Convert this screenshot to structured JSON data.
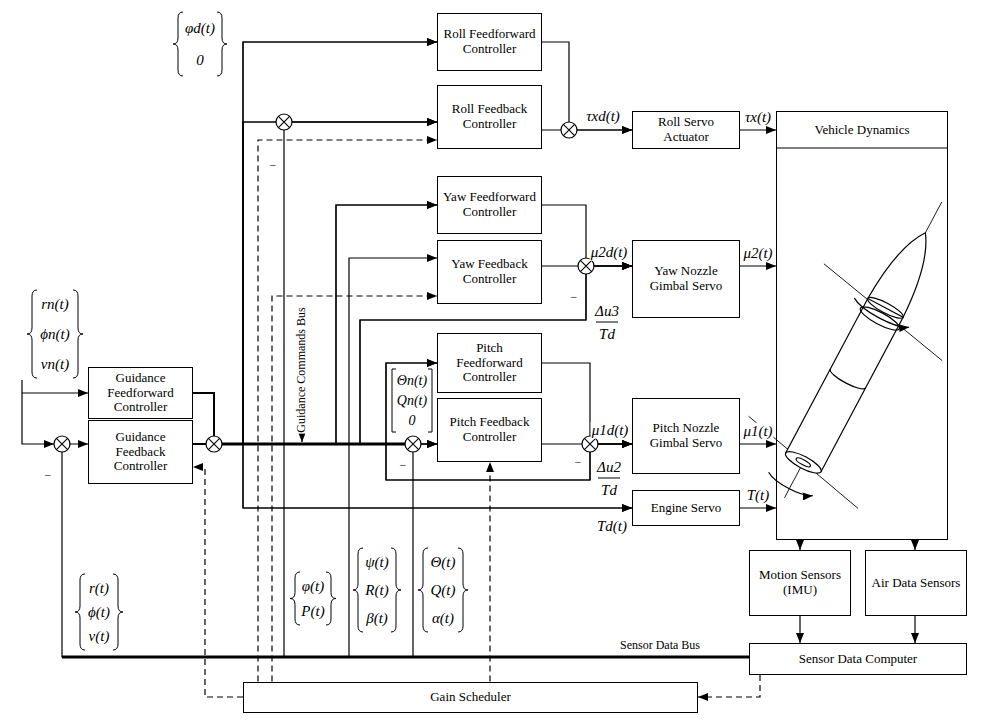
{
  "diagram": {
    "nodes": [
      {
        "text": [
          "Roll Feedforward Controller"
        ]
      },
      {
        "text": [
          "Roll Feedback Controller"
        ]
      },
      {
        "text": [
          "Roll Servo Actuator"
        ]
      },
      {
        "text": [
          "Vehicle Dynamics"
        ]
      },
      {
        "text": [
          "Yaw Feedforward Controller"
        ]
      },
      {
        "text": [
          "Yaw Feedback Controller"
        ]
      },
      {
        "text": [
          "Yaw Nozzle Gimbal Servo"
        ]
      },
      {
        "text": [
          "Guidance Feedforward Controller"
        ]
      },
      {
        "text": [
          "Guidance Feedback Controller"
        ]
      },
      {
        "text": [
          "Pitch Feedforward Controller"
        ]
      },
      {
        "text": [
          "Pitch Feedback Controller"
        ]
      },
      {
        "text": [
          "Pitch Nozzle Gimbal Servo"
        ]
      },
      {
        "text": [
          "Engine Servo"
        ]
      },
      {
        "text": [
          "Motion Sensors (IMU)"
        ]
      },
      {
        "text": [
          "Air Data Sensors"
        ]
      },
      {
        "text": [
          "Sensor Data Computer"
        ]
      },
      {
        "text": [
          "Gain Scheduler"
        ]
      }
    ],
    "edges": [
      {
        "from": 0,
        "to": 2,
        "arrow": "to"
      },
      {
        "from": 1,
        "to": 2,
        "arrow": "to"
      },
      {
        "from": 2,
        "to": 3,
        "label": "τx(t)",
        "arrow": "to"
      },
      {
        "from": 4,
        "to": 6,
        "arrow": "to"
      },
      {
        "from": 5,
        "to": 6,
        "arrow": "to"
      },
      {
        "from": 6,
        "to": 3,
        "label": "μ2(t)",
        "arrow": "to"
      },
      {
        "from": 9,
        "to": 11,
        "arrow": "to"
      },
      {
        "from": 10,
        "to": 11,
        "arrow": "to"
      },
      {
        "from": 11,
        "to": 3,
        "label": "μ1(t)",
        "arrow": "to"
      },
      {
        "from": 12,
        "to": 3,
        "label": "T(t)",
        "arrow": "to"
      },
      {
        "from": 7,
        "to": 0,
        "arrow": "to"
      },
      {
        "from": 8,
        "to": 0,
        "arrow": "to"
      },
      {
        "from": 7,
        "to": 1,
        "arrow": "to"
      },
      {
        "from": 8,
        "to": 1,
        "arrow": "to"
      },
      {
        "from": 7,
        "to": 4,
        "arrow": "to"
      },
      {
        "from": 8,
        "to": 4,
        "arrow": "to"
      },
      {
        "from": 7,
        "to": 6,
        "arrow": "to"
      },
      {
        "from": 8,
        "to": 6,
        "arrow": "to"
      },
      {
        "from": 7,
        "to": 9,
        "arrow": "to"
      },
      {
        "from": 8,
        "to": 9,
        "arrow": "to"
      },
      {
        "from": 7,
        "to": 10,
        "arrow": "to"
      },
      {
        "from": 8,
        "to": 10,
        "arrow": "to"
      },
      {
        "from": 7,
        "to": 11,
        "arrow": "to"
      },
      {
        "from": 8,
        "to": 11,
        "arrow": "to"
      },
      {
        "from": 7,
        "to": 12,
        "arrow": "to"
      },
      {
        "from": 8,
        "to": 12,
        "arrow": "to"
      },
      {
        "from": 3,
        "to": 13,
        "arrow": "to"
      },
      {
        "from": 3,
        "to": 14,
        "arrow": "to"
      },
      {
        "from": 13,
        "to": 15,
        "arrow": "to"
      },
      {
        "from": 14,
        "to": 15,
        "arrow": "to"
      },
      {
        "from": 15,
        "to": 8,
        "arrow": "to"
      },
      {
        "from": 15,
        "to": 1,
        "arrow": "to"
      },
      {
        "from": 15,
        "to": 5,
        "arrow": "to"
      },
      {
        "from": 15,
        "to": 10,
        "arrow": "to"
      },
      {
        "from": 16,
        "to": 8,
        "arrow": "to"
      },
      {
        "from": 16,
        "to": 1,
        "arrow": "to"
      },
      {
        "from": 16,
        "to": 5,
        "arrow": "to"
      },
      {
        "from": 16,
        "to": 10,
        "arrow": "to"
      },
      {
        "from": 15,
        "to": 16,
        "arrow": "to"
      }
    ],
    "labels": [
      "φd(t)",
      "0",
      "τxd(t)",
      "−",
      "μ2d(t)",
      "−",
      "Δu3",
      "Td",
      "rn(t)",
      "ϕn(t)",
      "vn(t)",
      "Guidance Commands Bus",
      "Θn(t)",
      "Qn(t)",
      "0",
      "−",
      "μ1d(t)",
      "−",
      "Δu2",
      "Td",
      "Td(t)",
      "r(t)",
      "ϕ(t)",
      "v(t)",
      "−",
      "φ(t)",
      "P(t)",
      "ψ(t)",
      "R(t)",
      "β(t)",
      "Θ(t)",
      "Q(t)",
      "α(t)",
      "Sensor Data Bus"
    ]
  }
}
